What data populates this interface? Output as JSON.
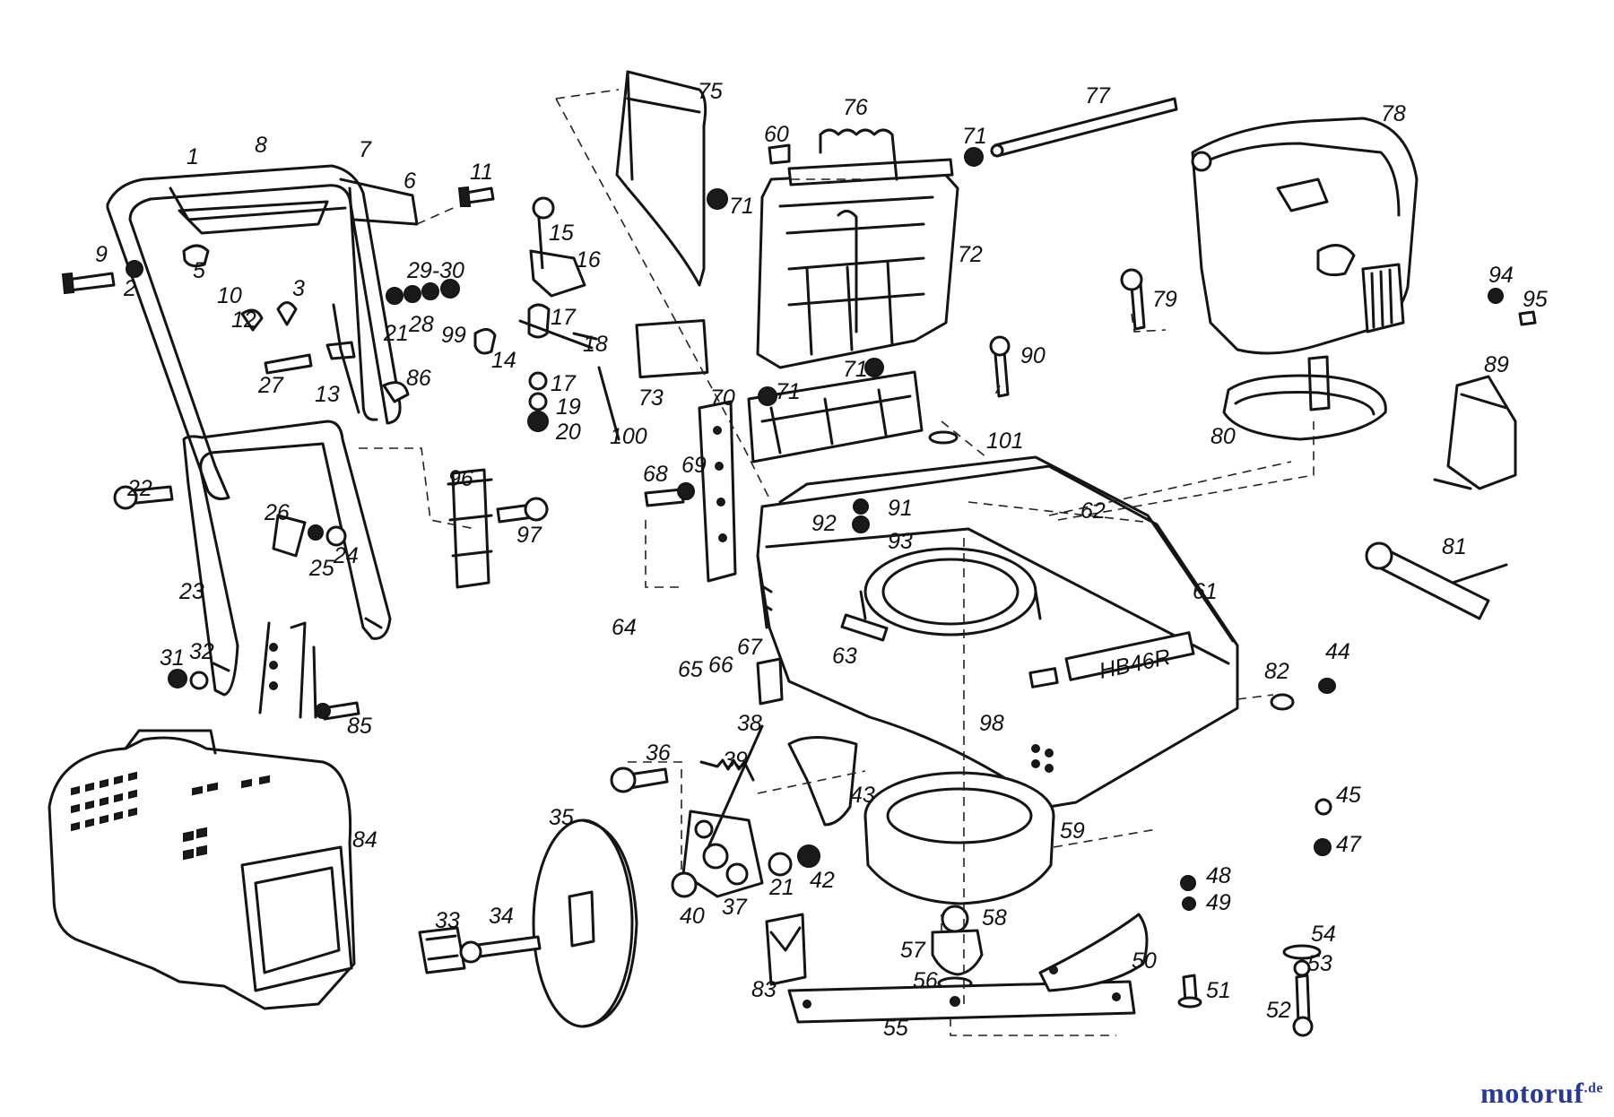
{
  "diagram": {
    "part_numbers": [
      "1",
      "2",
      "3",
      "5",
      "6",
      "7",
      "8",
      "9",
      "10",
      "11",
      "12",
      "13",
      "14",
      "15",
      "16",
      "17",
      "17",
      "18",
      "19",
      "20",
      "21",
      "21",
      "22",
      "23",
      "24",
      "25",
      "26",
      "27",
      "28",
      "29-30",
      "31",
      "32",
      "33",
      "34",
      "35",
      "36",
      "37",
      "38",
      "39",
      "40",
      "42",
      "43",
      "44",
      "45",
      "47",
      "48",
      "49",
      "50",
      "51",
      "52",
      "53",
      "54",
      "55",
      "56",
      "57",
      "58",
      "59",
      "60",
      "61",
      "62",
      "63",
      "64",
      "65",
      "66",
      "67",
      "68",
      "69",
      "70",
      "71",
      "71",
      "71",
      "71",
      "72",
      "73",
      "75",
      "76",
      "77",
      "78",
      "79",
      "80",
      "81",
      "82",
      "83",
      "84",
      "85",
      "86",
      "89",
      "90",
      "91",
      "92",
      "93",
      "94",
      "95",
      "96",
      "97",
      "98",
      "99",
      "100",
      "101"
    ],
    "housing_text": "HB46R",
    "brand_text": "HB 46 R"
  },
  "watermark": {
    "name": "motoruf",
    "tld": ".de"
  }
}
